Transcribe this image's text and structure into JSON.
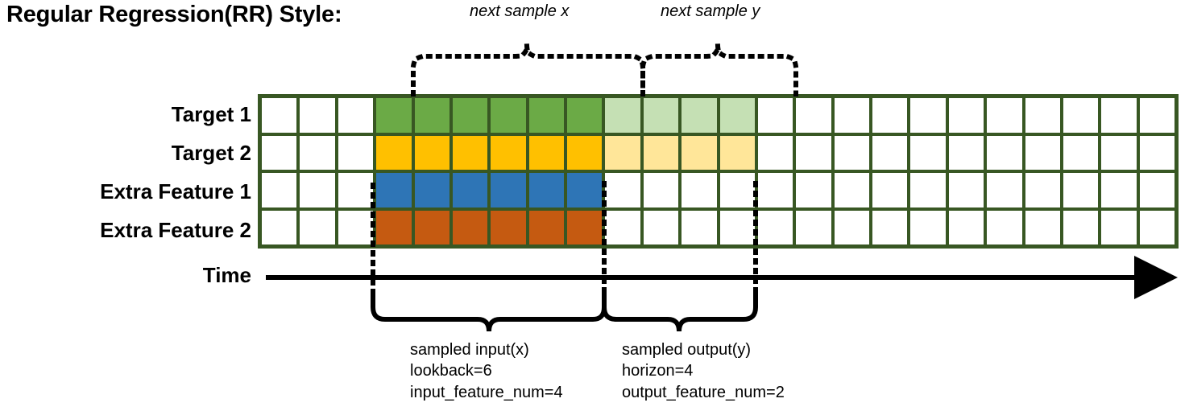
{
  "title": "Regular Regression(RR) Style:",
  "rows": [
    {
      "label": "Target 1",
      "name": "target-1"
    },
    {
      "label": "Target 2",
      "name": "target-2"
    },
    {
      "label": "Extra Feature 1",
      "name": "extra-feature-1"
    },
    {
      "label": "Extra Feature 2",
      "name": "extra-feature-2"
    }
  ],
  "axis": {
    "label": "Time"
  },
  "top_braces": [
    {
      "label": "next sample x",
      "name": "next-sample-x"
    },
    {
      "label": "next sample y",
      "name": "next-sample-y"
    }
  ],
  "bottom_braces": [
    {
      "name": "sampled-input",
      "line1": "sampled input(x)",
      "line2": "lookback=6",
      "line3": "input_feature_num=4"
    },
    {
      "name": "sampled-output",
      "line1": "sampled output(y)",
      "line2": "horizon=4",
      "line3": "output_feature_num=2"
    }
  ],
  "colors": {
    "grid_border": "#385723",
    "empty_cell": "#ffffff",
    "target1_input": "#6BAA46",
    "target1_output": "#C5E0B4",
    "target2_input": "#FFC000",
    "target2_output": "#FFE699",
    "extra1_input": "#2E75B6",
    "extra2_input": "#C55A11",
    "ink": "#000000"
  },
  "chart_data": {
    "type": "heatmap",
    "title": "Regular Regression(RR) Style:",
    "xlabel": "Time",
    "ylabel": "",
    "columns": 24,
    "lookback": 6,
    "horizon": 4,
    "input_feature_num": 4,
    "output_feature_num": 2,
    "input_start_col": 3,
    "input_end_col": 9,
    "output_start_col": 9,
    "output_end_col": 13,
    "legend": [
      "Target 1",
      "Target 2",
      "Extra Feature 1",
      "Extra Feature 2"
    ],
    "grid": true,
    "series": [
      {
        "name": "Target 1",
        "cells": [
          "empty",
          "empty",
          "empty",
          "target1_input",
          "target1_input",
          "target1_input",
          "target1_input",
          "target1_input",
          "target1_input",
          "target1_output",
          "target1_output",
          "target1_output",
          "target1_output",
          "empty",
          "empty",
          "empty",
          "empty",
          "empty",
          "empty",
          "empty",
          "empty",
          "empty",
          "empty",
          "empty"
        ]
      },
      {
        "name": "Target 2",
        "cells": [
          "empty",
          "empty",
          "empty",
          "target2_input",
          "target2_input",
          "target2_input",
          "target2_input",
          "target2_input",
          "target2_input",
          "target2_output",
          "target2_output",
          "target2_output",
          "target2_output",
          "empty",
          "empty",
          "empty",
          "empty",
          "empty",
          "empty",
          "empty",
          "empty",
          "empty",
          "empty",
          "empty"
        ]
      },
      {
        "name": "Extra Feature 1",
        "cells": [
          "empty",
          "empty",
          "empty",
          "extra1_input",
          "extra1_input",
          "extra1_input",
          "extra1_input",
          "extra1_input",
          "extra1_input",
          "empty",
          "empty",
          "empty",
          "empty",
          "empty",
          "empty",
          "empty",
          "empty",
          "empty",
          "empty",
          "empty",
          "empty",
          "empty",
          "empty",
          "empty"
        ]
      },
      {
        "name": "Extra Feature 2",
        "cells": [
          "empty",
          "empty",
          "empty",
          "extra2_input",
          "extra2_input",
          "extra2_input",
          "extra2_input",
          "extra2_input",
          "extra2_input",
          "empty",
          "empty",
          "empty",
          "empty",
          "empty",
          "empty",
          "empty",
          "empty",
          "empty",
          "empty",
          "empty",
          "empty",
          "empty",
          "empty",
          "empty"
        ]
      }
    ]
  }
}
